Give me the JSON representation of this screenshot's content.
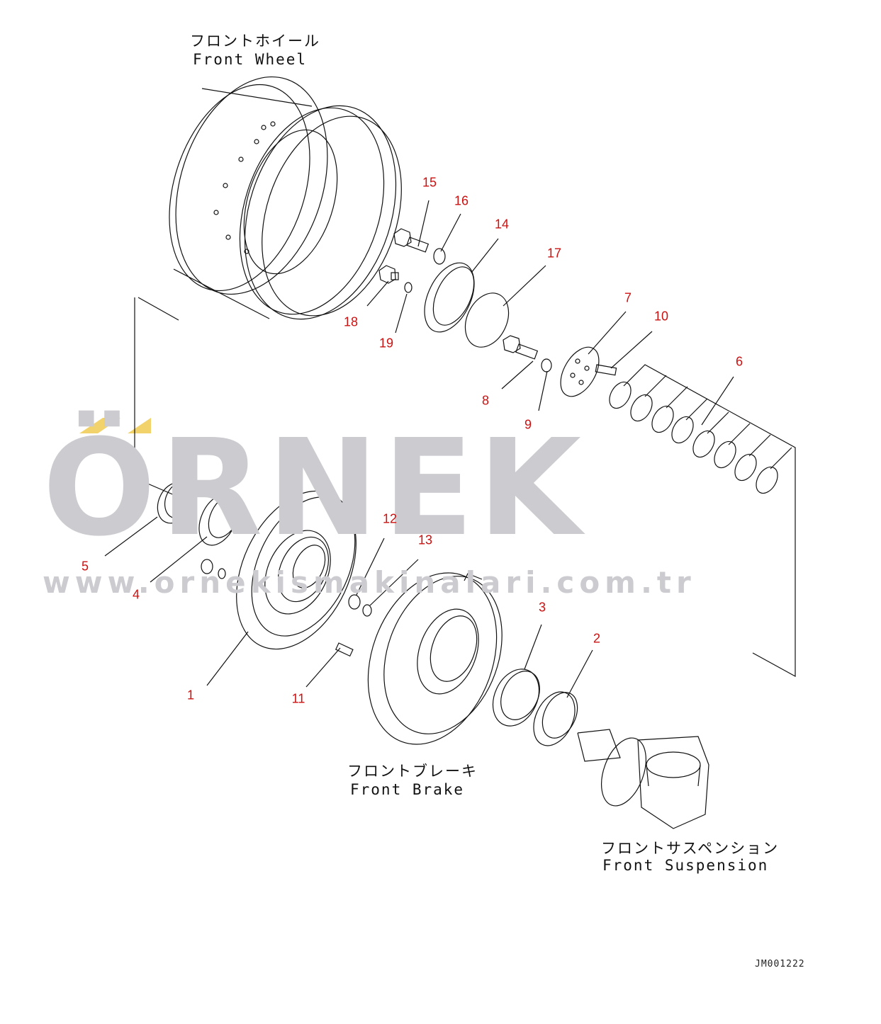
{
  "labels": {
    "front_wheel_jp": "フロントホイール",
    "front_wheel_en": "Front Wheel",
    "front_brake_jp": "フロントブレーキ",
    "front_brake_en": "Front Brake",
    "front_suspension_jp": "フロントサスペンション",
    "front_suspension_en": "Front Suspension",
    "drawing_code": "JM001222"
  },
  "watermark": {
    "brand": "ÖRNEK",
    "url": "www.ornekismakinalari.com.tr",
    "accent_color": "#f2d36b",
    "text_color": "#cbcbd0"
  },
  "callouts": [
    "1",
    "2",
    "3",
    "4",
    "5",
    "6",
    "7",
    "8",
    "9",
    "10",
    "11",
    "12",
    "13",
    "14",
    "15",
    "16",
    "17",
    "18",
    "19"
  ],
  "colors": {
    "callout": "#cc1111",
    "line": "#111111"
  }
}
